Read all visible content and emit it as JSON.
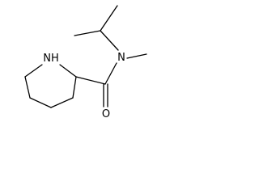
{
  "molecule": {
    "atoms": {
      "ring_nh": "NH",
      "amide_n": "N",
      "carbonyl_o": "O"
    },
    "colors": {
      "bond": "#000000",
      "label": "#000000",
      "background": "#ffffff"
    }
  }
}
